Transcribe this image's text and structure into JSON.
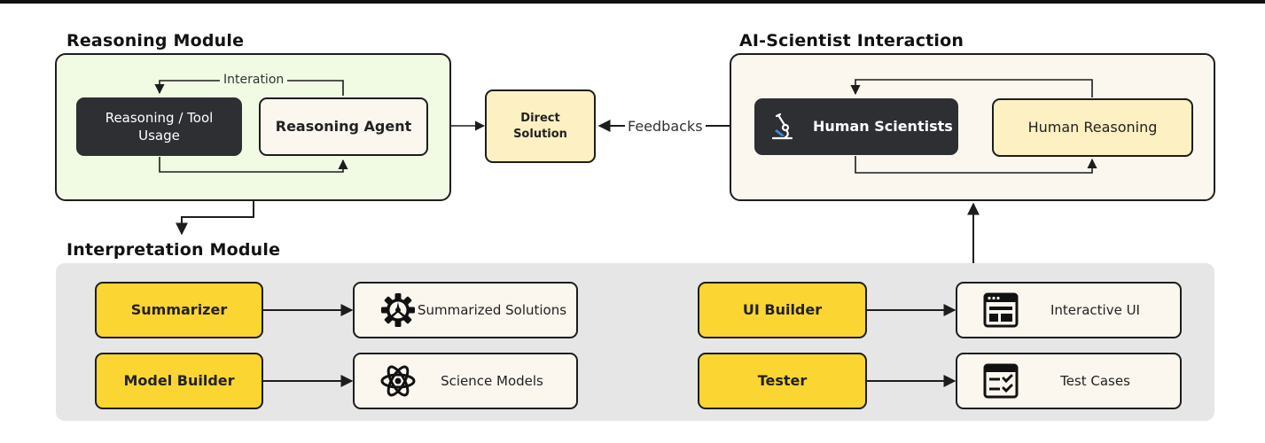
{
  "reasoning_module": {
    "title": "Reasoning Module",
    "loop_label": "Interation",
    "reasoning_tool_usage": "Reasoning / Tool Usage",
    "reasoning_agent": "Reasoning Agent"
  },
  "direct_solution": "Direct Solution",
  "feedback_label": "Feedbacks",
  "ai_scientist_interaction": {
    "title": "AI-Scientist Interaction",
    "human_scientists": "Human Scientists",
    "human_reasoning": "Human Reasoning"
  },
  "interpretation_module": {
    "title": "Interpretation Module",
    "agents": [
      {
        "name": "Summarizer",
        "output": "Summarized Solutions",
        "icon": "gear-icon"
      },
      {
        "name": "Model Builder",
        "output": "Science Models",
        "icon": "atom-icon"
      },
      {
        "name": "UI Builder",
        "output": "Interactive UI",
        "icon": "browser-window-icon"
      },
      {
        "name": "Tester",
        "output": "Test Cases",
        "icon": "checklist-icon"
      }
    ]
  },
  "colors": {
    "reasoning_panel": "#f1fbe4",
    "interaction_panel": "#fbf7ef",
    "interpretation_panel": "#e6e6e6",
    "dark_box": "#2d2f33",
    "agent_yellow": "#fbd532",
    "pale_yellow": "#fdf0c2",
    "cream": "#fbf7ef"
  }
}
